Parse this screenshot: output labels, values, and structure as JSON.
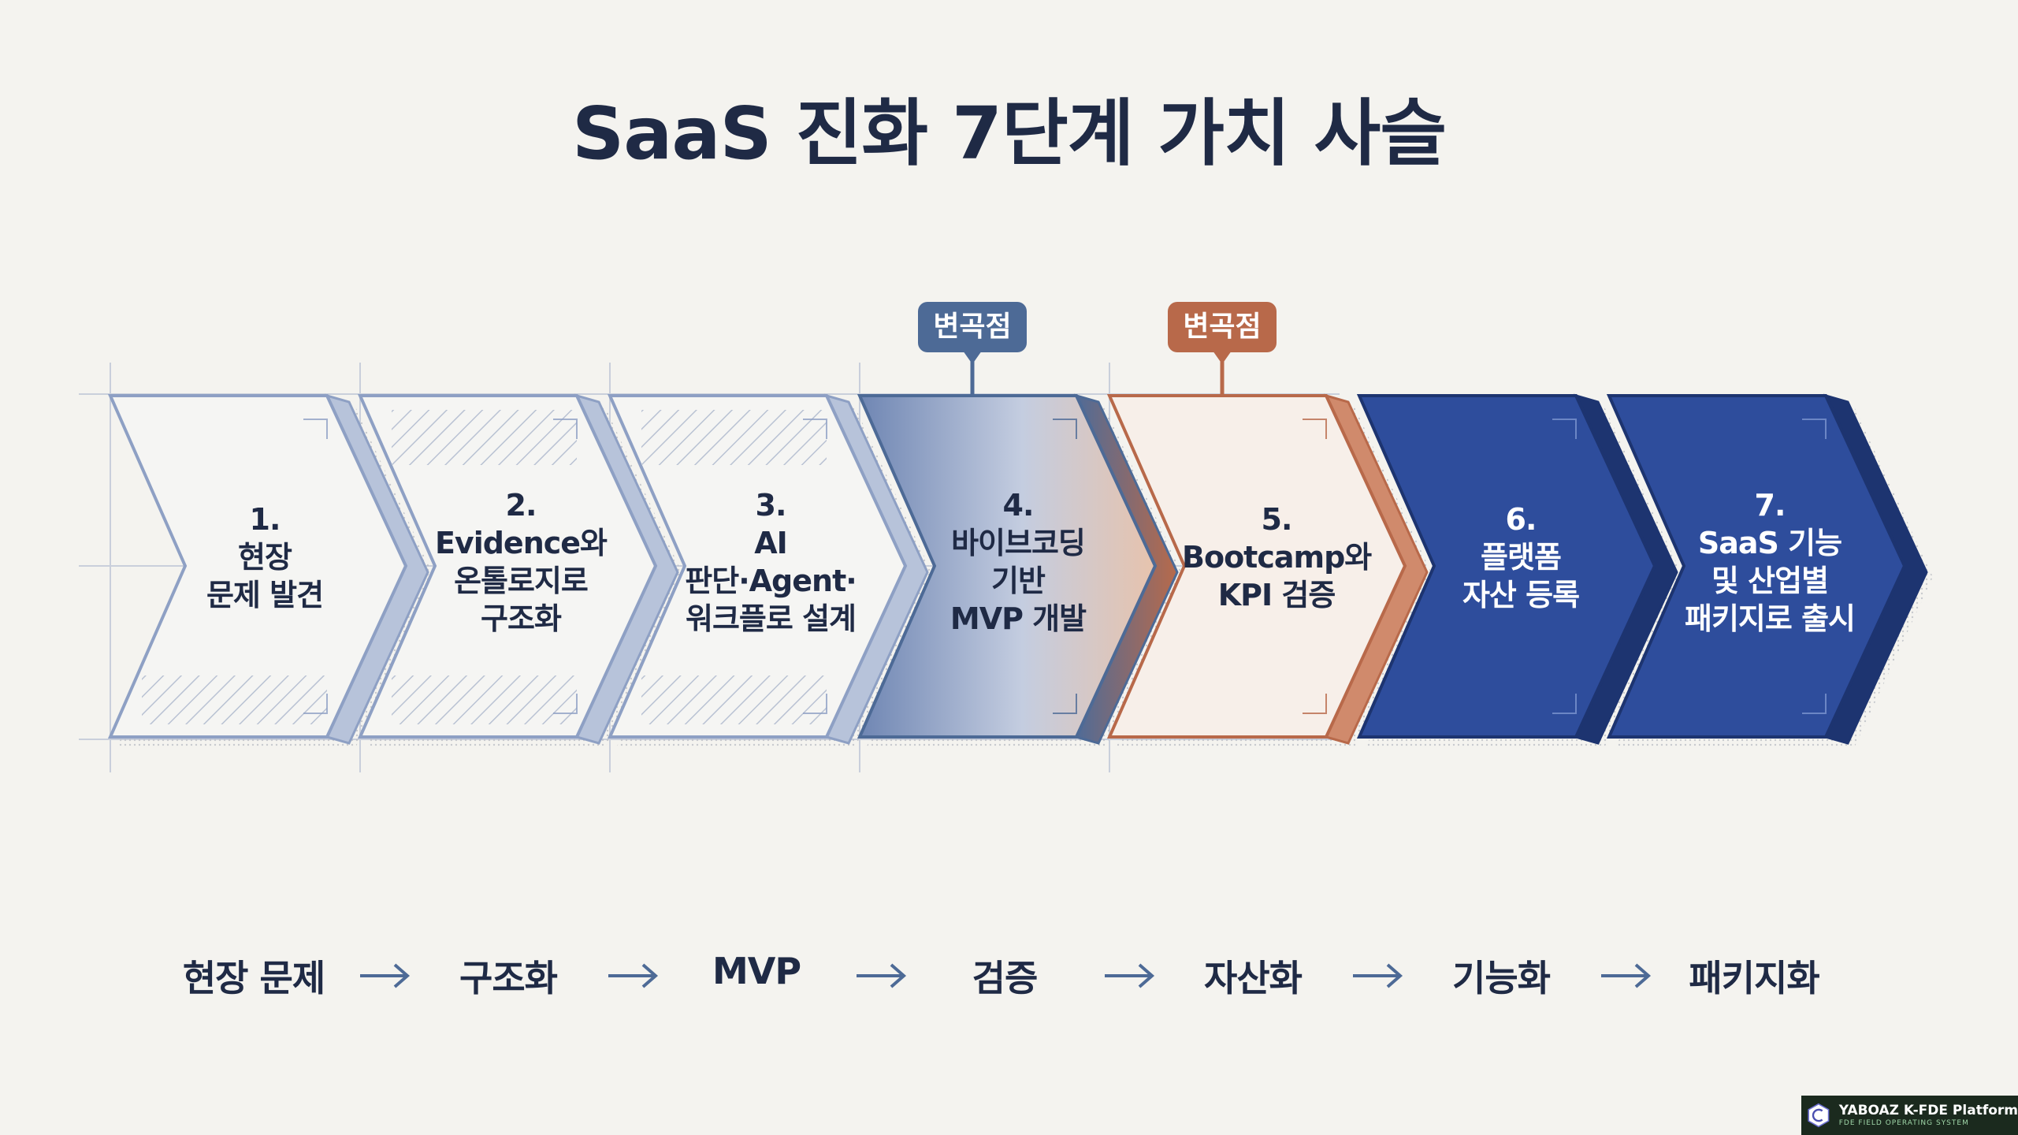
{
  "title": "SaaS 진화 7단계 가치 사슬",
  "steps": [
    {
      "num": "1.",
      "lines": [
        "현장",
        "문제 발견"
      ],
      "style": "plain"
    },
    {
      "num": "2.",
      "lines": [
        "Evidence와",
        "온톨로지로",
        "구조화"
      ],
      "style": "hatched"
    },
    {
      "num": "3.",
      "lines": [
        "AI",
        "판단·Agent·",
        "워크플로 설계"
      ],
      "style": "hatched"
    },
    {
      "num": "4.",
      "lines": [
        "바이브코딩",
        "기반",
        "MVP 개발"
      ],
      "style": "gradient"
    },
    {
      "num": "5.",
      "lines": [
        "Bootcamp와",
        "KPI 검증"
      ],
      "style": "copper"
    },
    {
      "num": "6.",
      "lines": [
        "플랫폼",
        "자산 등록"
      ],
      "style": "solid"
    },
    {
      "num": "7.",
      "lines": [
        "SaaS 기능",
        "및 산업별",
        "패키지로 출시"
      ],
      "style": "solid"
    }
  ],
  "flags": [
    {
      "label": "변곡점",
      "step": 4,
      "color": "#4d6a96"
    },
    {
      "label": "변곡점",
      "step": 5,
      "color": "#b8694a"
    }
  ],
  "flow": [
    "현장 문제",
    "구조화",
    "MVP",
    "검증",
    "자산화",
    "기능화",
    "패키지화"
  ],
  "colors": {
    "navy": "#1f2a45",
    "blue": "#2e4d9c",
    "blue_dark": "#1d3470",
    "steel": "#4d6a96",
    "copper": "#b8694a",
    "outline": "#8ea0c4"
  },
  "brand": {
    "name": "YABOAZ K-FDE Platform",
    "subtitle": "FDE FIELD OPERATING SYSTEM"
  }
}
